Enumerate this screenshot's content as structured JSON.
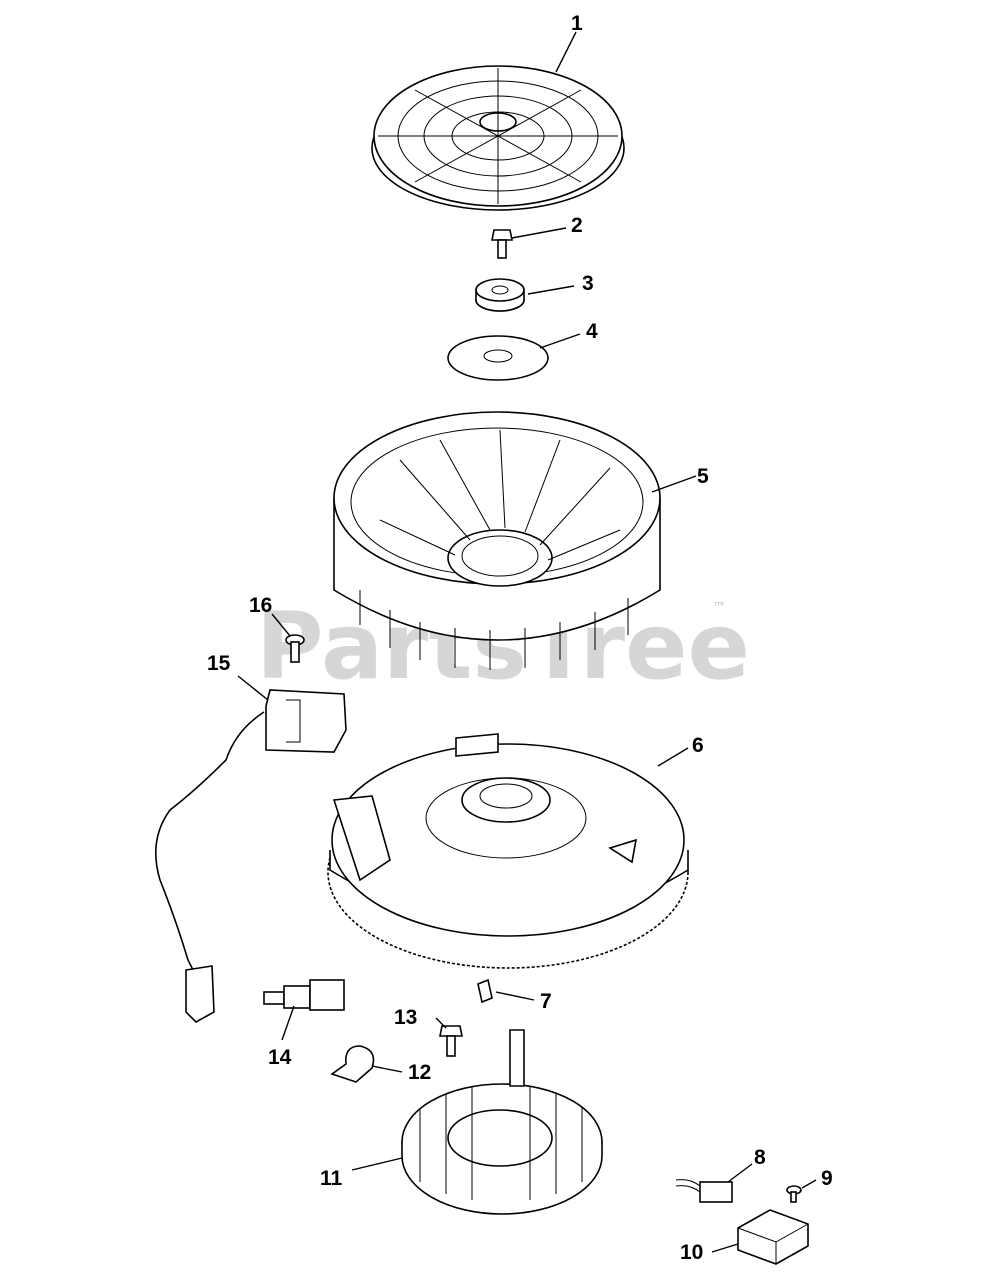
{
  "watermark": {
    "brand": "PartsTree",
    "trademark": "™"
  },
  "callouts": [
    "1",
    "2",
    "3",
    "4",
    "5",
    "6",
    "7",
    "8",
    "9",
    "10",
    "11",
    "12",
    "13",
    "14",
    "15",
    "16"
  ]
}
